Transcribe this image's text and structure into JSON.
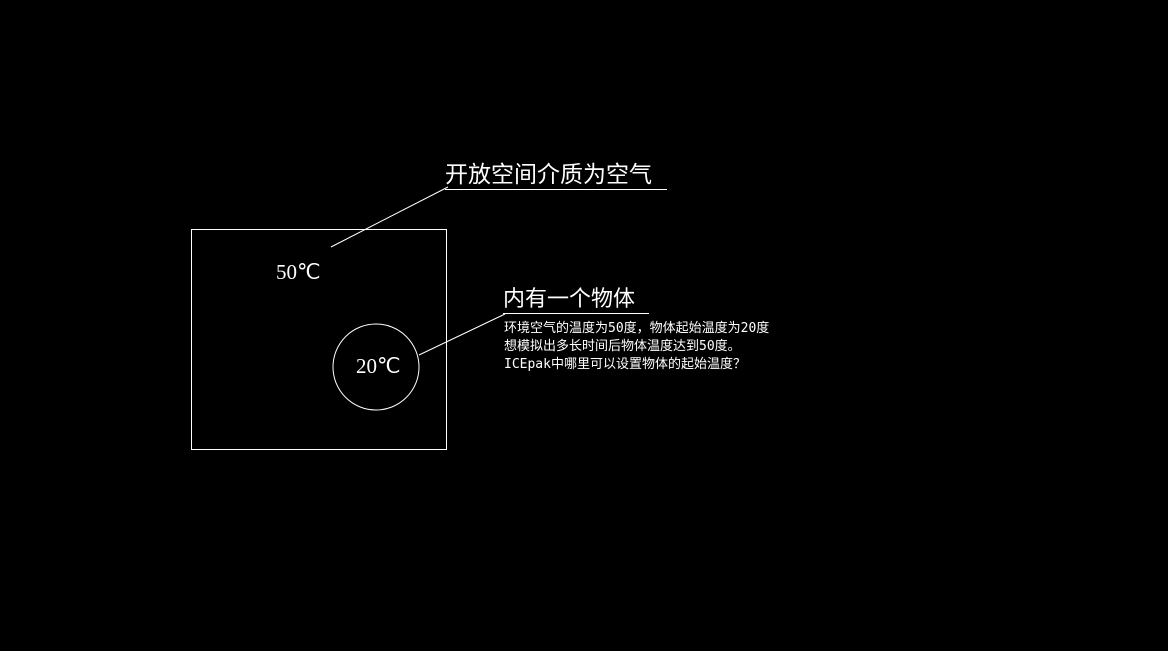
{
  "colors": {
    "background": "#000000",
    "stroke": "#ffffff",
    "text": "#ffffff"
  },
  "labels": {
    "open_space_medium": "开放空间介质为空气",
    "inner_object": "内有一个物体",
    "ambient_temp": "50℃",
    "object_temp": "20℃"
  },
  "note_lines": [
    "环境空气的温度为50度，物体起始温度为20度",
    "想模拟出多长时间后物体温度达到50度。",
    "ICEpak中哪里可以设置物体的起始温度？"
  ]
}
